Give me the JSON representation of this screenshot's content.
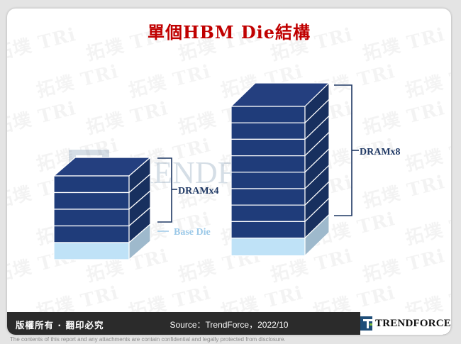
{
  "title": "單個HBM Die結構",
  "labels": {
    "stack_small": "DRAMx4",
    "base_die": "Base Die",
    "stack_tall": "DRAMx8"
  },
  "stacks": [
    {
      "name": "small",
      "dram_layers": 4,
      "base_layers": 1
    },
    {
      "name": "tall",
      "dram_layers": 8,
      "base_layers": 1
    }
  ],
  "watermark": {
    "brand": "TRENDFORCE",
    "tile_text": "拓墣 TRi"
  },
  "footer": {
    "rights": "版權所有 · 翻印必究",
    "source": "Source：TrendForce，2022/10",
    "logo": "TRENDFORCE"
  },
  "disclaimer": "The contents of this report and any attachments are contain confidential and legally protected from disclosure.",
  "colors": {
    "title": "#c00000",
    "dram_front": "#1f3c7a",
    "dram_top": "#243f7f",
    "dram_side": "#18305f",
    "edge": "#ffffff",
    "base_front": "#bfe2f7",
    "base_side": "#9eb9cc",
    "base_label": "#9cc9e8",
    "label": "#1f3864",
    "bracket": "#1f3864"
  }
}
